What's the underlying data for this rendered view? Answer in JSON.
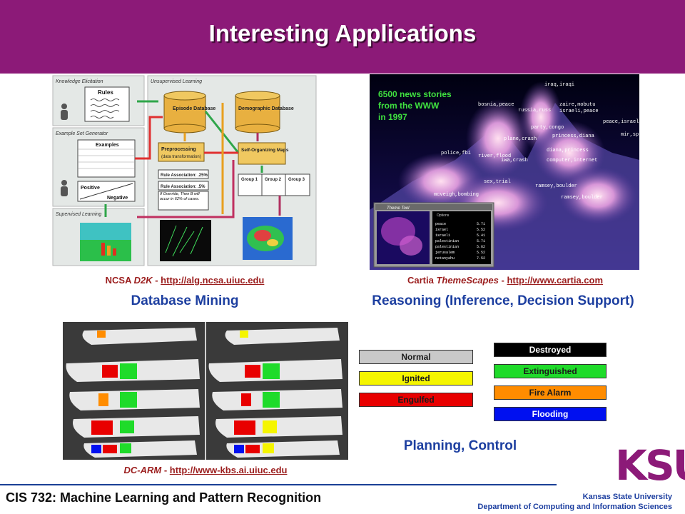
{
  "slide": {
    "title": "Interesting Applications"
  },
  "d2k": {
    "labels": {
      "knowledge": "Knowledge Elicitation",
      "unsupervised": "Unsupervised Learning",
      "example_gen": "Example Set Generator",
      "supervised": "Supervised Learning",
      "rules": "Rules",
      "examples": "Examples",
      "positive": "Positive",
      "negative": "Negative",
      "episode_db": "Episode Database",
      "demographic_db": "Demographic Database",
      "preprocessing": "Preprocessing",
      "preprocessing_sub": "(data transformation)",
      "som": "Self-Organizing Maps",
      "rule_assoc_1": "Rule Association: .25%",
      "rule_assoc_2": "Rule Association: .5%",
      "rule_text": "If Override, Then B will occur in 62% of cases.",
      "group1": "Group 1",
      "group2": "Group 2",
      "group3": "Group 3"
    },
    "caption_prefix": "NCSA ",
    "caption_italic": "D2K",
    "caption_sep": " - ",
    "caption_link": "http://alg.ncsa.uiuc.edu",
    "section": "Database Mining"
  },
  "themescape": {
    "annotation": [
      "6500 news stories",
      "from the WWW",
      "in 1997"
    ],
    "peaks": [
      "iraq,iraqi",
      "bosnia,peace",
      "russia,russ",
      "zaire,mobutu",
      "israeli,peace",
      "party,congo",
      "peace,israel",
      "plane,crash",
      "princess,diana",
      "mir,sp",
      "police,fbi",
      "river,flood",
      "iwa,crash",
      "diana,princess",
      "computer,internet",
      "sex,trial",
      "ramsey,boulder",
      "mcveigh,bombing",
      "ramsey,boulder"
    ],
    "inset_title": "Theme Tool",
    "inset_header": "Options",
    "inset_rows": [
      {
        "term": "peace",
        "value": "5.71"
      },
      {
        "term": "israel",
        "value": "5.52"
      },
      {
        "term": "israeli",
        "value": "5.41"
      },
      {
        "term": "palestinian",
        "value": "5.71"
      },
      {
        "term": "palestinian",
        "value": "5.62"
      },
      {
        "term": "jerusalem",
        "value": "5.52"
      },
      {
        "term": "netanyahu",
        "value": "7.52"
      }
    ],
    "caption_prefix": "Cartia ",
    "caption_italic": "ThemeScapes",
    "caption_sep": " - ",
    "caption_link": "http://www.cartia.com",
    "section": "Reasoning (Inference, Decision Support)"
  },
  "dcarm": {
    "legend_left": [
      {
        "label": "Normal",
        "color": "#c9c9c9",
        "text_color": "#1a1a1a"
      },
      {
        "label": "Ignited",
        "color": "#f5f500",
        "text_color": "#1a1a1a"
      },
      {
        "label": "Engulfed",
        "color": "#e80000",
        "text_color": "#1a1a1a"
      }
    ],
    "legend_right": [
      {
        "label": "Destroyed",
        "color": "#000000",
        "text_color": "#ffffff"
      },
      {
        "label": "Extinguished",
        "color": "#1fdb2a",
        "text_color": "#1a1a1a"
      },
      {
        "label": "Fire Alarm",
        "color": "#ff8c00",
        "text_color": "#1a1a1a"
      },
      {
        "label": "Flooding",
        "color": "#0010f0",
        "text_color": "#ffffff"
      }
    ],
    "caption_italic": "DC-ARM",
    "caption_sep": " - ",
    "caption_link": "http://www-kbs.ai.uiuc.edu",
    "section": "Planning, Control"
  },
  "footer": {
    "course": "CIS 732: Machine Learning and Pattern Recognition",
    "university": "Kansas State University",
    "department": "Department of Computing and Information Sciences",
    "logo": "KSU"
  }
}
